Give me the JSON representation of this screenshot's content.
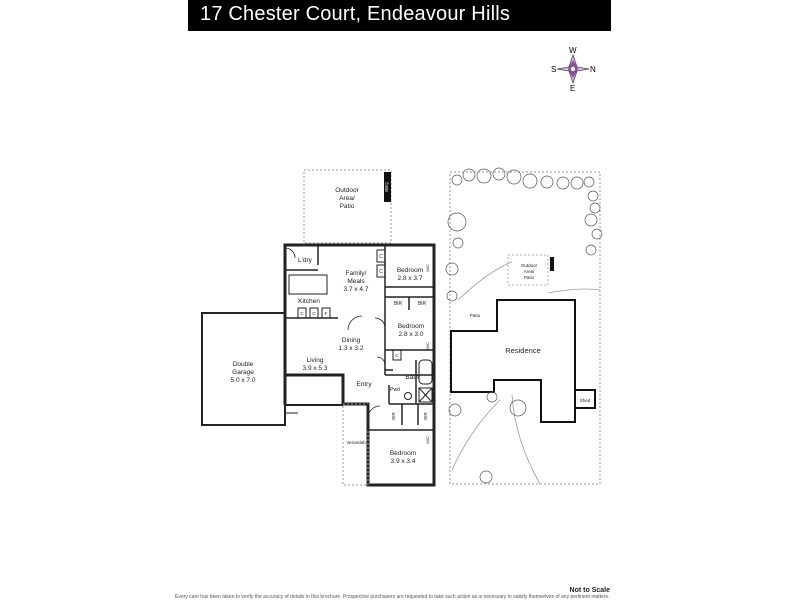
{
  "title": "17 Chester Court, Endeavour Hills",
  "compass": {
    "w": "W",
    "s": "S",
    "n": "N",
    "e": "E"
  },
  "floorplan": {
    "outdoor": [
      "Outdoor",
      "Area/",
      "Patio"
    ],
    "bbq": "BBQ",
    "ldry": "L'dry",
    "family": [
      "Family/",
      "Meals",
      "3.7 x 4.7"
    ],
    "bed1": [
      "Bedroom",
      "2.8 x 3.7"
    ],
    "kitchen": "Kitchen",
    "bir": "BIR",
    "bed2": [
      "Bedroom",
      "2.8 x 3.0"
    ],
    "dining": [
      "Dining",
      "1.3 x 3.2"
    ],
    "living": [
      "Living",
      "3.9 x 5.3"
    ],
    "garage": [
      "Double",
      "Garage",
      "5.0 x 7.0"
    ],
    "entry": "Entry",
    "bath": "Bath",
    "pwd": "Pwd",
    "veranda": "Verandah",
    "bed3": [
      "Bedroom",
      "3.9 x 3.4"
    ],
    "c": "C",
    "f": "F",
    "wc": "W/C"
  },
  "siteplan": {
    "outdoor": [
      "Outdoor",
      "Area/",
      "Patio"
    ],
    "patio": "Patio",
    "residence": "Residence",
    "shed": "Shed"
  },
  "footer": {
    "scale": "Not to Scale",
    "disclaimer": "Every care has been taken to verify the accuracy of details in this brochure. Prospective purchasers are requested to take such action as is necessary to satisfy themselves of any pertinent matters."
  }
}
